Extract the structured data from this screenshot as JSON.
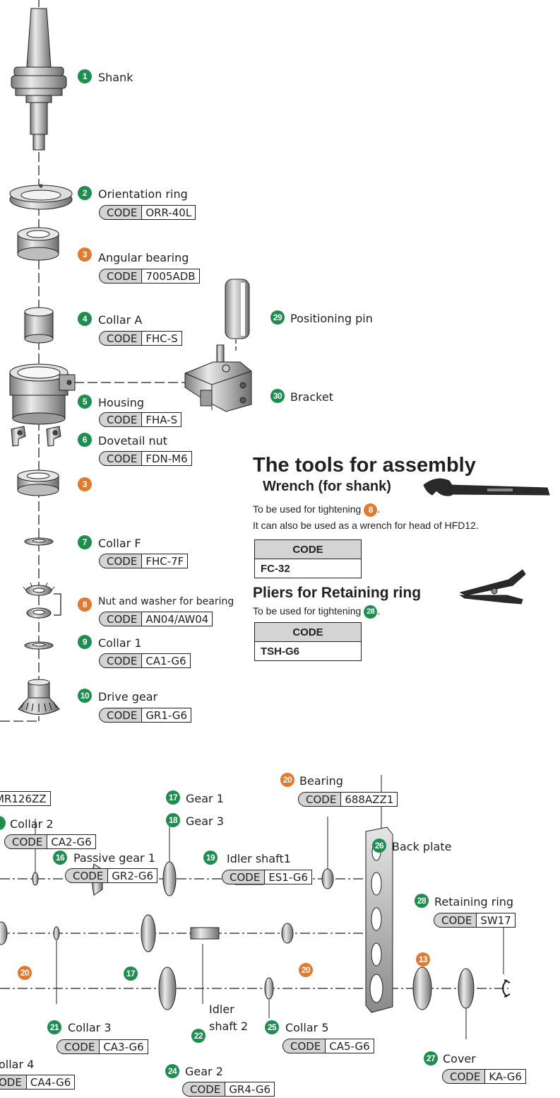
{
  "code_key": "CODE",
  "parts": {
    "shank": {
      "num": "1",
      "name": "Shank"
    },
    "orientation": {
      "num": "2",
      "name": "Orientation ring",
      "code": "ORR-40L"
    },
    "angular": {
      "num": "3",
      "name": "Angular bearing",
      "code": "7005ADB"
    },
    "angular_ref": {
      "num": "3"
    },
    "collar_a": {
      "num": "4",
      "name": "Collar A",
      "code": "FHC-S"
    },
    "housing": {
      "num": "5",
      "name": "Housing",
      "code": "FHA-S"
    },
    "dovetail": {
      "num": "6",
      "name": "Dovetail nut",
      "code": "FDN-M6"
    },
    "collar_f": {
      "num": "7",
      "name": "Collar F",
      "code": "FHC-7F"
    },
    "nut_washer": {
      "num": "8",
      "name": "Nut and washer for bearing",
      "code": "AN04/AW04"
    },
    "collar_1": {
      "num": "9",
      "name": "Collar 1",
      "code": "CA1-G6"
    },
    "drive_gear": {
      "num": "10",
      "name": "Drive gear",
      "code": "GR1-G6"
    },
    "mr126": {
      "code": "MR126ZZ"
    },
    "collar_2": {
      "name": "Collar 2",
      "code": "CA2-G6"
    },
    "passive_1": {
      "num": "16",
      "name": "Passive gear 1",
      "code": "GR2-G6"
    },
    "gear_1": {
      "num": "17",
      "name": "Gear 1"
    },
    "gear_1_ref": {
      "num": "17"
    },
    "gear_3": {
      "num": "18",
      "name": "Gear 3"
    },
    "idler_1": {
      "num": "19",
      "name": "Idler shaft1",
      "code": "ES1-G6"
    },
    "bearing": {
      "num": "20",
      "name": "Bearing",
      "code": "688AZZ1"
    },
    "bearing_ref_a": {
      "num": "20"
    },
    "bearing_ref_b": {
      "num": "20"
    },
    "collar_3": {
      "num": "21",
      "name": "Collar 3",
      "code": "CA3-G6"
    },
    "idler_2": {
      "num": "22",
      "name_l1": "Idler",
      "name_l2": "shaft 2"
    },
    "collar_4": {
      "name": "ollar 4",
      "code": "CA4-G6",
      "code_key_cut": "ODE"
    },
    "gear_2": {
      "num": "24",
      "name": "Gear 2",
      "code": "GR4-G6"
    },
    "collar_5": {
      "num": "25",
      "name": "Collar 5",
      "code": "CA5-G6"
    },
    "back_plate": {
      "num": "26",
      "name": "Back plate"
    },
    "cover": {
      "num": "27",
      "name": "Cover",
      "code": "KA-G6"
    },
    "retaining": {
      "num": "28",
      "name": "Retaining ring",
      "code": "SW17"
    },
    "ref_13": {
      "num": "13"
    },
    "pos_pin": {
      "num": "29",
      "name": "Positioning pin"
    },
    "bracket": {
      "num": "30",
      "name": "Bracket"
    }
  },
  "tools": {
    "heading": "The tools for assembly",
    "wrench": {
      "title": "Wrench (for shank)",
      "use_prefix": "To be used for tightening",
      "use_ref": "8",
      "use_suffix": ".",
      "note": "It can also be used as a wrench for head of HFD12.",
      "code_header": "CODE",
      "code_value": "FC-32"
    },
    "pliers": {
      "title": "Pliers for Retaining ring",
      "use_prefix": "To be used for tightening",
      "use_ref": "28",
      "use_suffix": ".",
      "code_header": "CODE",
      "code_value": "TSH-G6"
    }
  },
  "colors": {
    "green_badge": "#1e8e4f",
    "orange_badge": "#e07a2e",
    "code_key_bg": "#d4d4d4"
  }
}
